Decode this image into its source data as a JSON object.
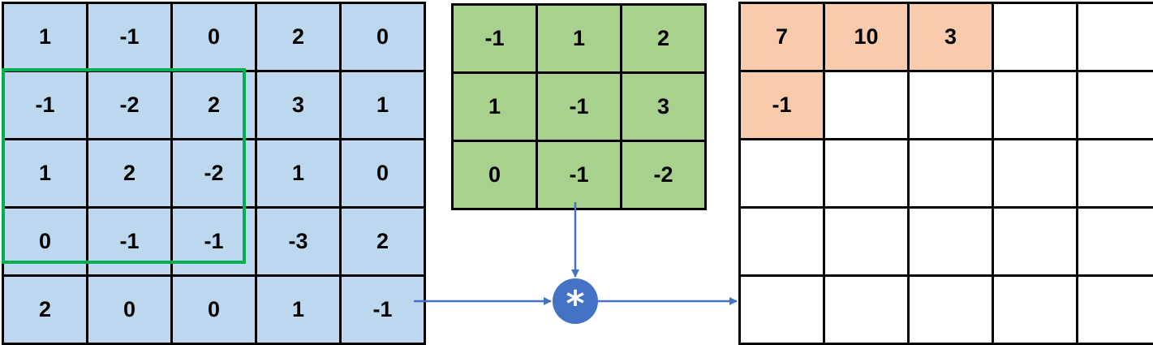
{
  "input_matrix": [
    [
      "1",
      "-1",
      "0",
      "2",
      "0"
    ],
    [
      "-1",
      "-2",
      "2",
      "3",
      "1"
    ],
    [
      "1",
      "2",
      "-2",
      "1",
      "0"
    ],
    [
      "0",
      "-1",
      "-1",
      "-3",
      "2"
    ],
    [
      "2",
      "0",
      "0",
      "1",
      "-1"
    ]
  ],
  "kernel_matrix": [
    [
      "-1",
      "1",
      "2"
    ],
    [
      "1",
      "-1",
      "3"
    ],
    [
      "0",
      "-1",
      "-2"
    ]
  ],
  "output_matrix": [
    [
      "7",
      "10",
      "3",
      "",
      ""
    ],
    [
      "-1",
      "",
      "",
      "",
      ""
    ],
    [
      "",
      "",
      "",
      "",
      ""
    ],
    [
      "",
      "",
      "",
      "",
      ""
    ],
    [
      "",
      "",
      "",
      "",
      ""
    ]
  ],
  "operator_symbol": "*",
  "colors": {
    "input_cell": "#bdd7ee",
    "kernel_cell": "#a9d18e",
    "output_filled_cell": "#f8cbad",
    "receptive_field_border": "#00b050",
    "arrow": "#4472c4"
  },
  "icons": {
    "operator": "asterisk-circle-icon",
    "arrows": "arrow-right-icon"
  }
}
